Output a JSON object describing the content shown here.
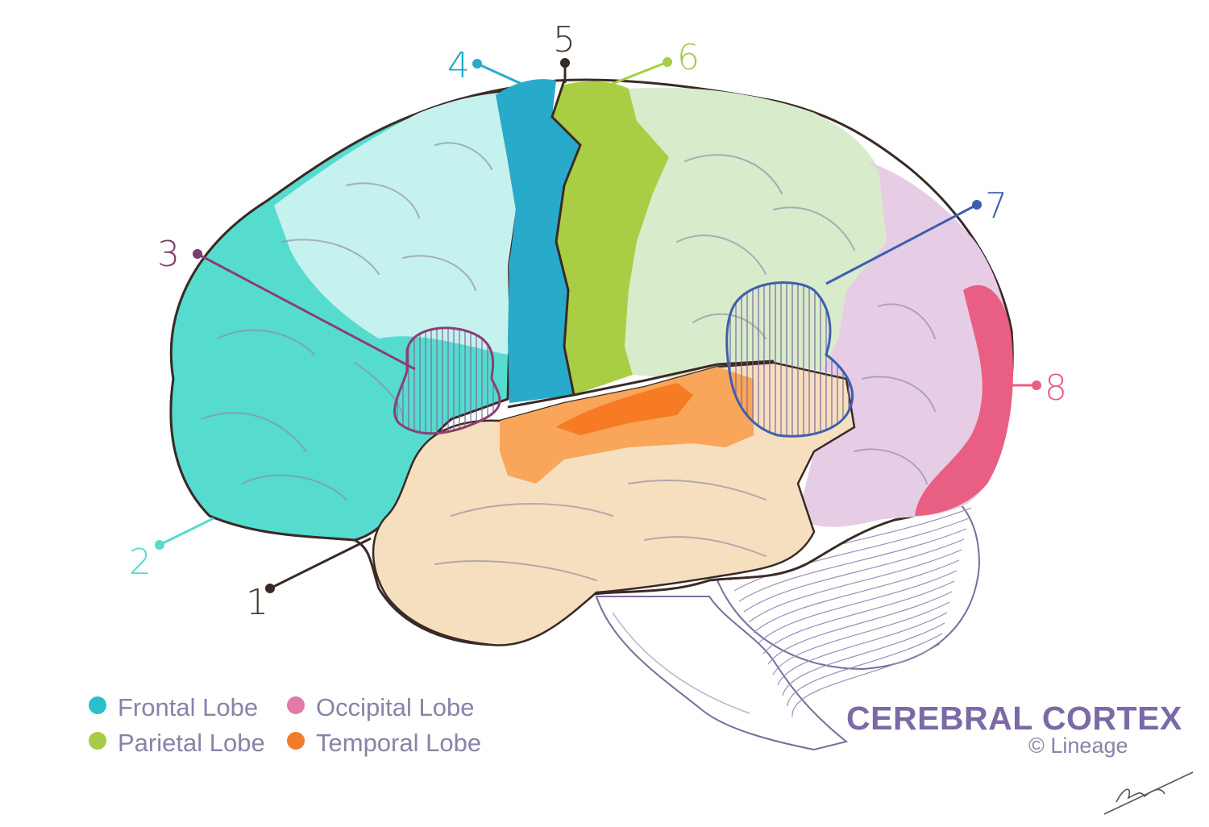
{
  "title": "CEREBRAL CORTEX",
  "copyright": "© Lineage",
  "colors": {
    "frontal": "#55dccf",
    "frontal_light": "#c5f1ef",
    "motor": "#28aacb",
    "somatosensory": "#a9ce44",
    "parietal": "#d8ebca",
    "occipital": "#e6cde5",
    "occipital_pole": "#e85f83",
    "temporal": "#f6dfbe",
    "auditory": "#f9a55a",
    "auditory_core": "#f77b25",
    "outline": "#3a2a26"
  },
  "legend": [
    {
      "label": "Frontal Lobe",
      "color": "#2bbfce"
    },
    {
      "label": "Parietal Lobe",
      "color": "#a6cc44"
    },
    {
      "label": "Occipital Lobe",
      "color": "#e07aa6"
    },
    {
      "label": "Temporal Lobe",
      "color": "#f47b2a"
    }
  ],
  "labels": [
    {
      "text": "1",
      "color": "#4a3a30"
    },
    {
      "text": "2",
      "color": "#55dccf"
    },
    {
      "text": "3",
      "color": "#7a3c6a"
    },
    {
      "text": "4",
      "color": "#1aa8c8"
    },
    {
      "text": "5",
      "color": "#4a3a30"
    },
    {
      "text": "6",
      "color": "#a6cc44"
    },
    {
      "text": "7",
      "color": "#3d5fb0"
    },
    {
      "text": "8",
      "color": "#e85f83"
    }
  ]
}
